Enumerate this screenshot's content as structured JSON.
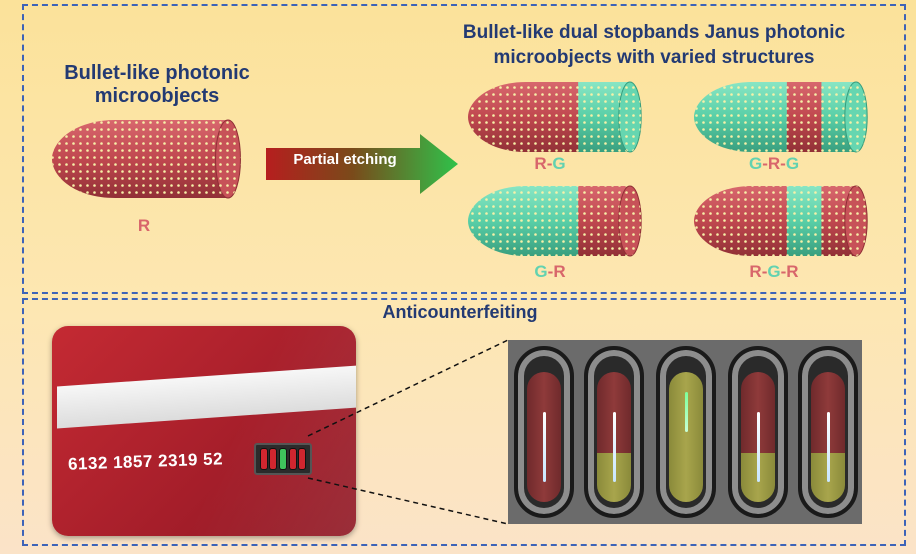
{
  "top": {
    "left_title": "Bullet-like photonic microobjects",
    "right_title": "Bullet-like dual stopbands Janus photonic microobjects with varied structures",
    "source_label": "R",
    "arrow_label": "Partial etching"
  },
  "variants": [
    {
      "segments": [
        "R",
        "G"
      ]
    },
    {
      "segments": [
        "G",
        "R",
        "G"
      ]
    },
    {
      "segments": [
        "G",
        "R"
      ]
    },
    {
      "segments": [
        "R",
        "G",
        "R"
      ]
    }
  ],
  "bottom": {
    "title": "Anticounterfeiting",
    "card_number": "6132 1857 2319 52"
  },
  "chip_cells": [
    "R",
    "R",
    "G",
    "R",
    "R"
  ],
  "photo_wells": [
    {
      "red_fraction": 1.0
    },
    {
      "red_fraction": 0.62
    },
    {
      "red_fraction": 0.0
    },
    {
      "red_fraction": 0.62
    },
    {
      "red_fraction": 0.62
    }
  ],
  "colors": {
    "red": "#c0484f",
    "green": "#59cfa7",
    "red_text": "#d8666b",
    "green_text": "#63d2b0",
    "title_text": "#233a73",
    "border": "#3d63b8"
  }
}
